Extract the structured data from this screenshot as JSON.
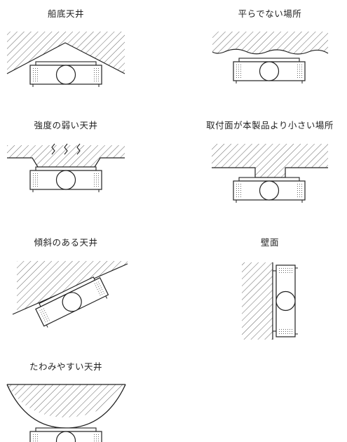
{
  "panels": [
    {
      "id": "ship-bottom-ceiling",
      "label": "船底天井"
    },
    {
      "id": "uneven-surface",
      "label": "平らでない場所"
    },
    {
      "id": "weak-ceiling",
      "label": "強度の弱い天井"
    },
    {
      "id": "small-mount-surface",
      "label": "取付面が本製品より小さい場所"
    },
    {
      "id": "sloped-ceiling",
      "label": "傾斜のある天井"
    },
    {
      "id": "wall",
      "label": "壁面"
    },
    {
      "id": "sagging-ceiling",
      "label": "たわみやすい天井"
    }
  ],
  "colors": {
    "line": "#222222",
    "hatch": "#555555",
    "background": "#ffffff"
  }
}
